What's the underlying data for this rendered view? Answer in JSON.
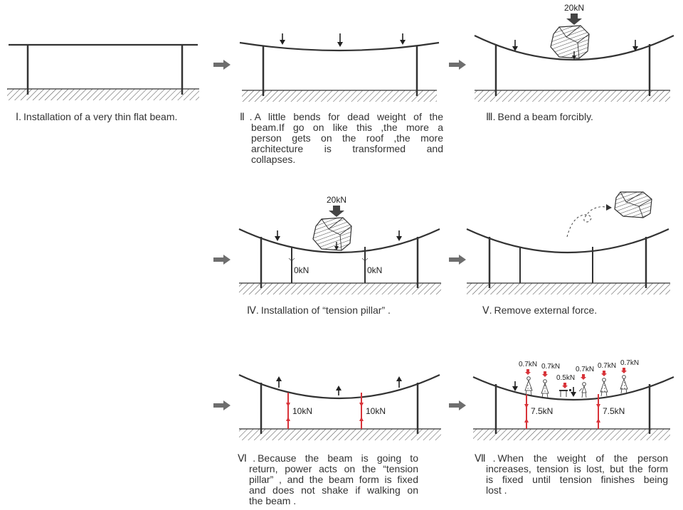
{
  "loads": {
    "rock": "20kN",
    "tension_zero": "0kN",
    "tension_return": "10kN",
    "tension_reduced": "7.5kN",
    "person": "0.7kN",
    "table": "0.5kN"
  },
  "captions": {
    "step1": {
      "num": "Ⅰ.",
      "lines": [
        "Installation of a very thin flat beam."
      ]
    },
    "step2": {
      "num": "Ⅱ.",
      "lines": [
        "A little bends for dead weight of the",
        "beam.If go on like this ,the more a",
        "person gets on the roof ,the more",
        "architecture is transformed and",
        "collapses."
      ]
    },
    "step3": {
      "num": "Ⅲ.",
      "lines": [
        "Bend a beam forcibly."
      ]
    },
    "step4": {
      "num": "Ⅳ.",
      "lines": [
        "Installation of “tension pillar” ."
      ]
    },
    "step5": {
      "num": "Ⅴ.",
      "lines": [
        "Remove external force."
      ]
    },
    "step6": {
      "num": "Ⅵ.",
      "lines": [
        "Because the beam is going to",
        "return, power acts on the “tension",
        "pillar” , and the beam form is fixed",
        "and does not shake if walking on",
        "the beam ."
      ]
    },
    "step7": {
      "num": "Ⅶ.",
      "lines": [
        "When the weight of the person",
        "increases, tension is lost, but the form",
        "is fixed until tension finishes being",
        "lost ."
      ]
    }
  },
  "colors": {
    "line": "#333333",
    "arrow": "#6e6e6e",
    "red": "#d8343a",
    "ground": "#444444"
  }
}
